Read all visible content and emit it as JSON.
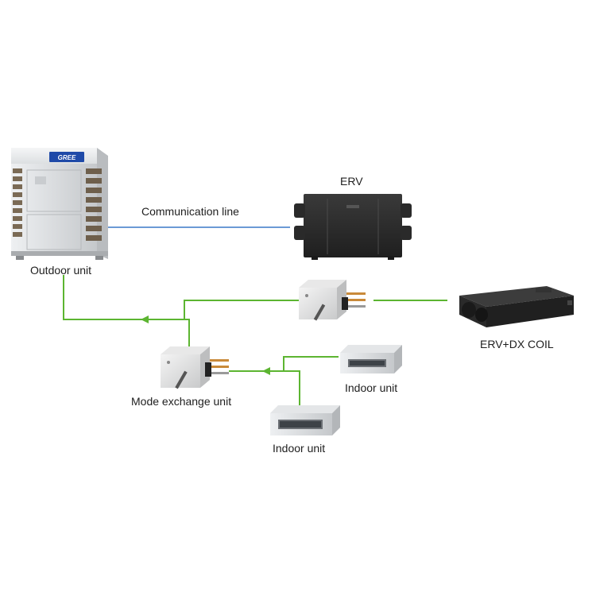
{
  "labels": {
    "outdoor_unit": "Outdoor unit",
    "communication_line": "Communication line",
    "erv": "ERV",
    "erv_dx_coil": "ERV+DX COIL",
    "mode_exchange_unit": "Mode exchange unit",
    "indoor_unit_1": "Indoor unit",
    "indoor_unit_2": "Indoor unit"
  },
  "brand": {
    "logo_text": "GREE"
  },
  "colors": {
    "pipe_line": "#5cb531",
    "communication_line": "#3a78c7",
    "unit_dark": "#2b2b2b",
    "unit_silver": "#d4d6d8",
    "label_text": "#1e1e1e"
  }
}
